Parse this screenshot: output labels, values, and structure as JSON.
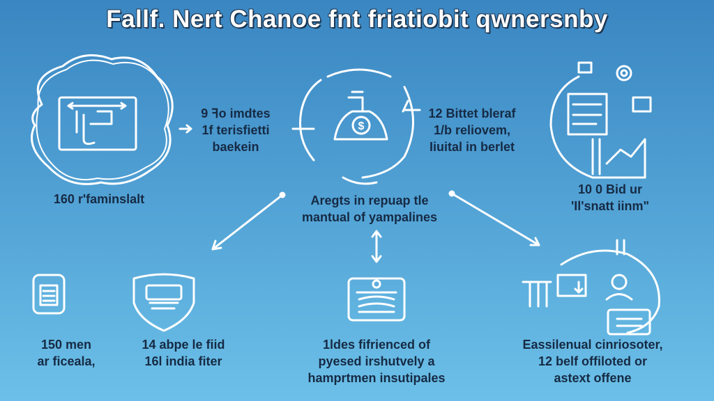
{
  "title": "Fallf. Nert Chanoe fnt friatiobit qwnersnby",
  "top_row": {
    "left_caption": "160 r'faminslalt",
    "left_desc": [
      "9 ꟻo imdtes",
      "1f terisfietti",
      "baekein"
    ],
    "center_desc": [
      "12 Bittet bleraf",
      "1/b reliovem,",
      "Iiuital in berlet"
    ],
    "right_caption": [
      "10 0 Bid ur",
      "'Il'snatt iinm\""
    ]
  },
  "center_text": [
    "Aregts in repuap tle",
    "mantual of yampalines"
  ],
  "bottom_row": [
    {
      "lines": [
        "150 men",
        "ar ficeala,"
      ]
    },
    {
      "lines": [
        "14 abpe le fiid",
        "16l india fiter"
      ]
    },
    {
      "lines": [
        "1ldes fifrienced of",
        "pyesed irshutvely a",
        "hamprtmen insutipales"
      ]
    },
    {
      "lines": [
        "Eassilenual cinriosoter,",
        "12 belf offiloted or",
        "astext offene"
      ]
    }
  ],
  "colors": {
    "text": "#162a44",
    "line": "#ffffff",
    "bg_top": "#3a86c2",
    "bg_bottom": "#6cc0e8"
  }
}
